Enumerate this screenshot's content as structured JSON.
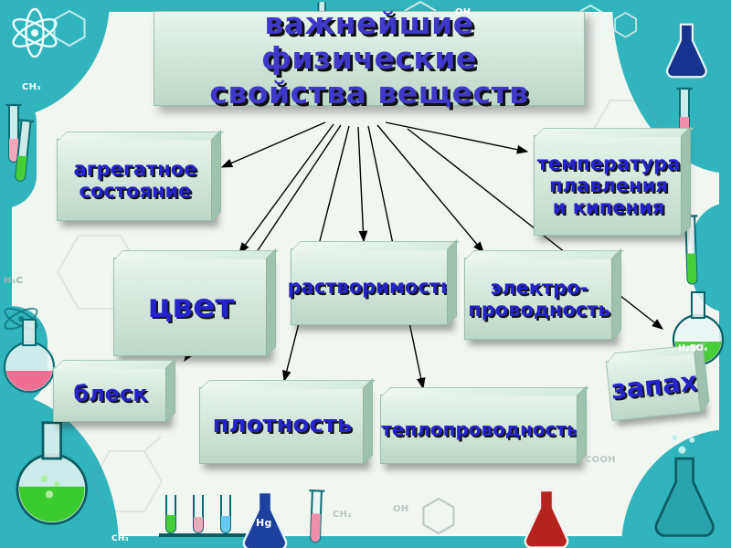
{
  "slide": {
    "title": "важнейшие физические\nсвойства веществ"
  },
  "boxes": [
    {
      "id": "aggregate-state",
      "label": "агрегатное\nсостояние"
    },
    {
      "id": "melting-boiling-temperature",
      "label": "температура\nплавления\nи кипения"
    },
    {
      "id": "color",
      "label": "цвет"
    },
    {
      "id": "solubility",
      "label": "растворимость"
    },
    {
      "id": "electrical-conductivity",
      "label": "электро-\nпроводность"
    },
    {
      "id": "luster",
      "label": "блеск"
    },
    {
      "id": "density",
      "label": "плотность"
    },
    {
      "id": "thermal-conductivity",
      "label": "теплопроводность"
    },
    {
      "id": "smell",
      "label": "запах"
    }
  ],
  "frame_labels": {
    "ch3_top_left": "CH₃",
    "oh_top": "OH",
    "h3c_left": "H₃C",
    "ch3_bottom_left": "CH₃",
    "ch2_bottom": "CH₂",
    "oh_bottom": "OH",
    "cooh_bottom_right": "COOH",
    "hg_flask": "Hg",
    "h2so4_flask": "H₂SO₄"
  },
  "colors": {
    "frame_teal": "#31b4bc",
    "canvas": "#f1f6f1",
    "box_green": "#cfe5d7",
    "label_blue": "#2424cc",
    "title_blue": "#4038c8",
    "arrow_black": "#000000"
  }
}
